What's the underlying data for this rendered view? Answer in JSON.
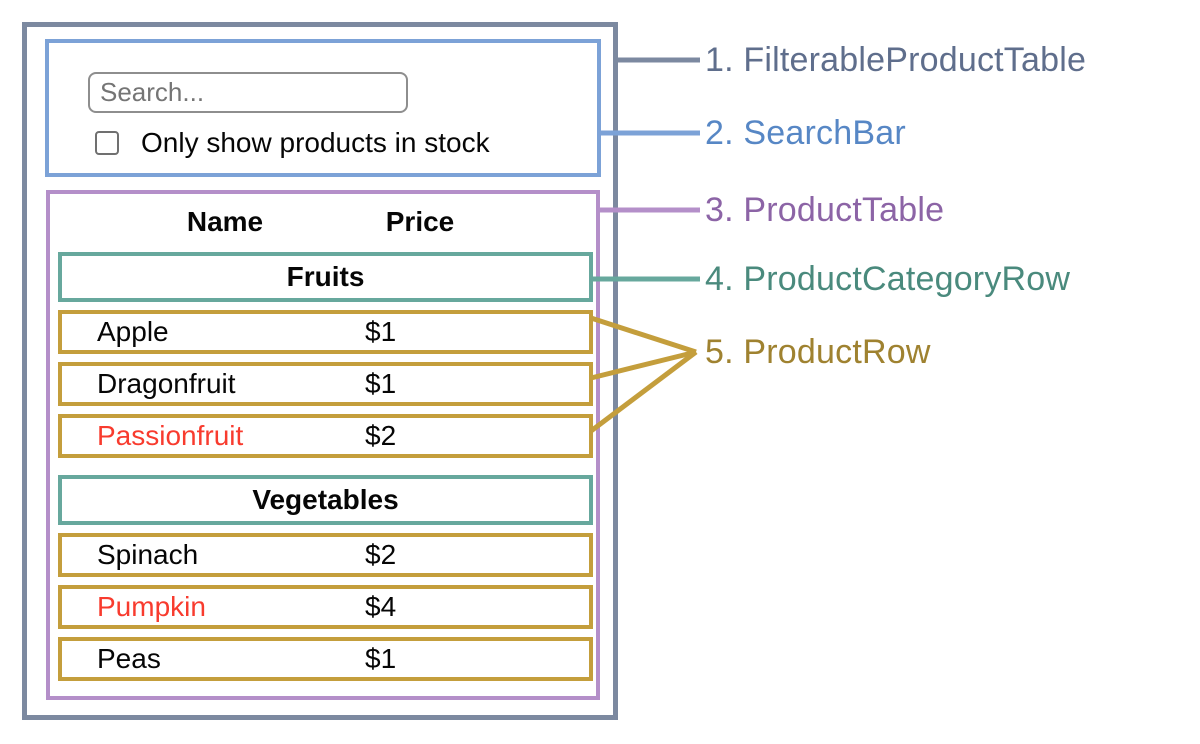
{
  "search_bar": {
    "input_placeholder": "Search...",
    "checkbox_label": "Only show products in stock",
    "checkbox_checked": false
  },
  "table": {
    "headers": {
      "name": "Name",
      "price": "Price"
    },
    "groups": [
      {
        "category": "Fruits",
        "rows": [
          {
            "name": "Apple",
            "price": "$1",
            "out_of_stock": false
          },
          {
            "name": "Dragonfruit",
            "price": "$1",
            "out_of_stock": false
          },
          {
            "name": "Passionfruit",
            "price": "$2",
            "out_of_stock": true
          }
        ]
      },
      {
        "category": "Vegetables",
        "rows": [
          {
            "name": "Spinach",
            "price": "$2",
            "out_of_stock": false
          },
          {
            "name": "Pumpkin",
            "price": "$4",
            "out_of_stock": true
          },
          {
            "name": "Peas",
            "price": "$1",
            "out_of_stock": false
          }
        ]
      }
    ]
  },
  "legend": [
    {
      "label": "1. FilterableProductTable",
      "color": "#5F6E8C"
    },
    {
      "label": "2. SearchBar",
      "color": "#5787C5"
    },
    {
      "label": "3. ProductTable",
      "color": "#8C64A6"
    },
    {
      "label": "4. ProductCategoryRow",
      "color": "#4A8A7D"
    },
    {
      "label": "5. ProductRow",
      "color": "#9F8230"
    }
  ],
  "colors": {
    "outer_border": "#7C89A0",
    "search_border": "#7CA2D7",
    "table_border": "#B48FC9",
    "category_border": "#67A89D",
    "row_border": "#C49E3C",
    "out_of_stock_text": "#F83B2E",
    "connector_slate": "#7C89A0",
    "connector_blue": "#7CA2D7",
    "connector_purple": "#B48FC9",
    "connector_teal": "#67A89D",
    "connector_gold": "#C49E3C"
  }
}
